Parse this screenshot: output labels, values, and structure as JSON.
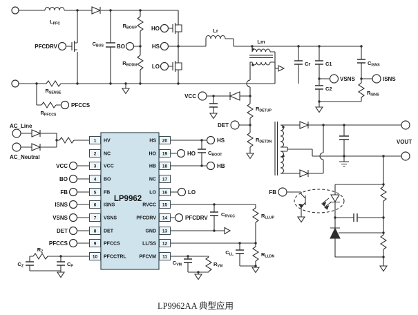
{
  "caption": "LP9962AA 典型应用",
  "ic": {
    "name": "LP9962",
    "pins_left": [
      {
        "num": "1",
        "name": "HV"
      },
      {
        "num": "2",
        "name": "NC"
      },
      {
        "num": "3",
        "name": "VCC"
      },
      {
        "num": "4",
        "name": "BO"
      },
      {
        "num": "5",
        "name": "FB"
      },
      {
        "num": "6",
        "name": "ISNS"
      },
      {
        "num": "7",
        "name": "VSNS"
      },
      {
        "num": "8",
        "name": "DET"
      },
      {
        "num": "9",
        "name": "PFCCS"
      },
      {
        "num": "10",
        "name": "PFCCTRL"
      }
    ],
    "pins_right": [
      {
        "num": "20",
        "name": "HS"
      },
      {
        "num": "19",
        "name": "HO"
      },
      {
        "num": "18",
        "name": "HB"
      },
      {
        "num": "17",
        "name": "NC"
      },
      {
        "num": "16",
        "name": "LO"
      },
      {
        "num": "15",
        "name": "RVCC"
      },
      {
        "num": "14",
        "name": "PFCDRV"
      },
      {
        "num": "13",
        "name": "GND"
      },
      {
        "num": "12",
        "name": "LL/SS"
      },
      {
        "num": "11",
        "name": "PFCVM"
      }
    ]
  },
  "labels": {
    "ac_line": "AC_Line",
    "ac_neutral": "AC_Neutral",
    "pfcdrv_top": "PFCDRV",
    "bo_top": "BO",
    "ho_top": "HO",
    "hs_top": "HS",
    "lo_top": "LO",
    "pfccs_left": "PFCCS",
    "vcc_mid": "VCC",
    "det_mid": "DET",
    "vsns": "VSNS",
    "isns": "ISNS",
    "vcc_pin": "VCC",
    "bo_pin": "BO",
    "fb_pin": "FB",
    "isns_pin": "ISNS",
    "vsns_pin": "VSNS",
    "det_pin": "DET",
    "pfccs_pin": "PFCCS",
    "hs_out": "HS",
    "ho_out": "HO",
    "hb_out": "HB",
    "lo_out": "LO",
    "pfcdrv_out": "PFCDRV",
    "fb_sec": "FB",
    "vout": "VOUT"
  },
  "components": {
    "lpfc": {
      "m": "L",
      "s": "PFC"
    },
    "cbus": {
      "m": "C",
      "s": "BUS"
    },
    "rboup": {
      "m": "R",
      "s": "BOUP"
    },
    "rbodn": {
      "m": "R",
      "s": "BODN"
    },
    "rsense": {
      "m": "R",
      "s": "SENSE"
    },
    "rpfccs": {
      "m": "R",
      "s": "PFCCS"
    },
    "lr": {
      "m": "Lr",
      "s": ""
    },
    "lm": {
      "m": "Lm",
      "s": ""
    },
    "cr": {
      "m": "Cr",
      "s": ""
    },
    "c1": {
      "m": "C1",
      "s": ""
    },
    "c2": {
      "m": "C2",
      "s": ""
    },
    "cisns": {
      "m": "C",
      "s": "ISNS"
    },
    "risns": {
      "m": "R",
      "s": "ISNS"
    },
    "rdetup": {
      "m": "R",
      "s": "DETUP"
    },
    "rdetdn": {
      "m": "R",
      "s": "DETDN"
    },
    "cboot": {
      "m": "C",
      "s": "BOOT"
    },
    "crvcc": {
      "m": "C",
      "s": "RVCC"
    },
    "rllup": {
      "m": "R",
      "s": "LLUP"
    },
    "rlldn": {
      "m": "R",
      "s": "LLDN"
    },
    "cll": {
      "m": "C",
      "s": "LL"
    },
    "cvm": {
      "m": "C",
      "s": "VM"
    },
    "rvm": {
      "m": "R",
      "s": "VM"
    },
    "rz": {
      "m": "R",
      "s": "Z"
    },
    "cz": {
      "m": "C",
      "s": "Z"
    },
    "cp": {
      "m": "C",
      "s": "P"
    }
  },
  "colors": {
    "ic_fill": "#cfe3ed",
    "pin_fill": "#eef5f9",
    "line": "#2e2e2e"
  }
}
